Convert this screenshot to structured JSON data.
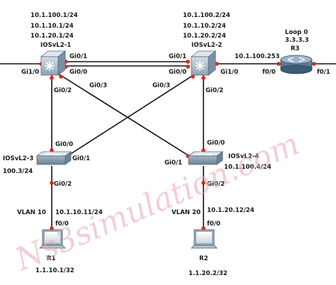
{
  "watermark": "Ns3simulation.com",
  "devices": {
    "iosvl2_1": {
      "name": "IOSvL2-1",
      "ips": [
        "10.1.100.1/24",
        "10.1.10.1/24",
        "10.1.20.1/24"
      ]
    },
    "iosvl2_2": {
      "name": "IOSvL2-2",
      "ips": [
        "10.1.100.2/24",
        "10.1.10.2/24",
        "10.1.20.2/24"
      ]
    },
    "r3": {
      "name": "R3",
      "loopback_label": "Loop 0",
      "loopback_ip": "3.3.3.3",
      "link_ip": "10.1.100.253"
    },
    "iosvl2_3": {
      "name": "IOSvL2-3",
      "ip": "100.3/24"
    },
    "iosvl2_4": {
      "name": "IOSvL2-4",
      "ip": "10.1.100.4/24"
    },
    "r1": {
      "name": "R1",
      "ip": "1.1.10.1/32",
      "vlan": "VLAN 10",
      "link_ip": "10.1.10.11/24",
      "port": "f0/0"
    },
    "r2": {
      "name": "R2",
      "ip": "1.1.20.2/32",
      "vlan": "VLAN 20",
      "link_ip": "10.1.20.12/24",
      "port": "f0/0"
    }
  },
  "ports": {
    "sw1_gi1_0": "Gi1/0",
    "sw1_gi0_1": "Gi0/1",
    "sw1_gi0_0": "Gi0/0",
    "sw1_gi0_2": "Gi0/2",
    "sw1_gi0_3": "Gi0/3",
    "sw2_gi0_1": "Gi0/1",
    "sw2_gi0_0": "Gi0/0",
    "sw2_gi1_0": "Gi1/0",
    "sw2_gi0_2": "Gi0/2",
    "sw2_gi0_3": "Gi0/3",
    "r3_f0_0": "f0/0",
    "r3_f0_1": "f0/1",
    "sw3_gi0_0": "Gi0/0",
    "sw3_gi0_1": "Gi0/1",
    "sw4_gi0_0": "Gi0/0",
    "sw4_gi0_1": "Gi0/1",
    "sw3_gi0_2": "Gi0/2",
    "sw4_gi0_2": "Gi0/2"
  },
  "colors": {
    "link": "#111111",
    "port_dot": "#e8211b",
    "watermark": "#e9a9b4",
    "switch": "#8ea2b3",
    "router": "#4d6f8a"
  }
}
